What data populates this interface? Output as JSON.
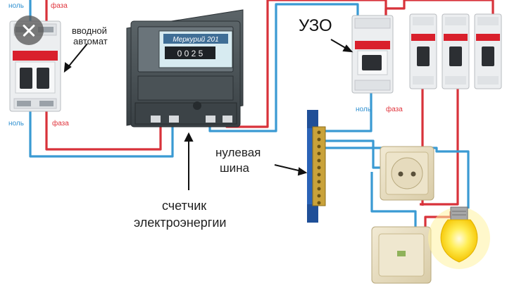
{
  "labels": {
    "nol": "ноль",
    "faza": "фаза",
    "input_breaker": [
      "вводной",
      "автомат"
    ],
    "rcd": "УЗО",
    "neutral_bus": [
      "нулевая",
      "шина"
    ],
    "meter_caption": [
      "счетчик",
      "электроэнергии"
    ],
    "meter_brand": "Меркурий 201",
    "meter_digits": "0 0 2 5"
  },
  "icons": {
    "close": "close-icon"
  },
  "colors": {
    "phase_wire": "#d8323a",
    "neutral_wire": "#3a9ad3",
    "phase_text": "#e0343c",
    "neutral_text": "#2d8fd0",
    "device_white": "#eceef0",
    "meter_body": "#4a5256",
    "switch_beige": "#e9dfc5",
    "bus_blue": "#2a62b6",
    "bulb_yellow": "#ffe23a"
  }
}
